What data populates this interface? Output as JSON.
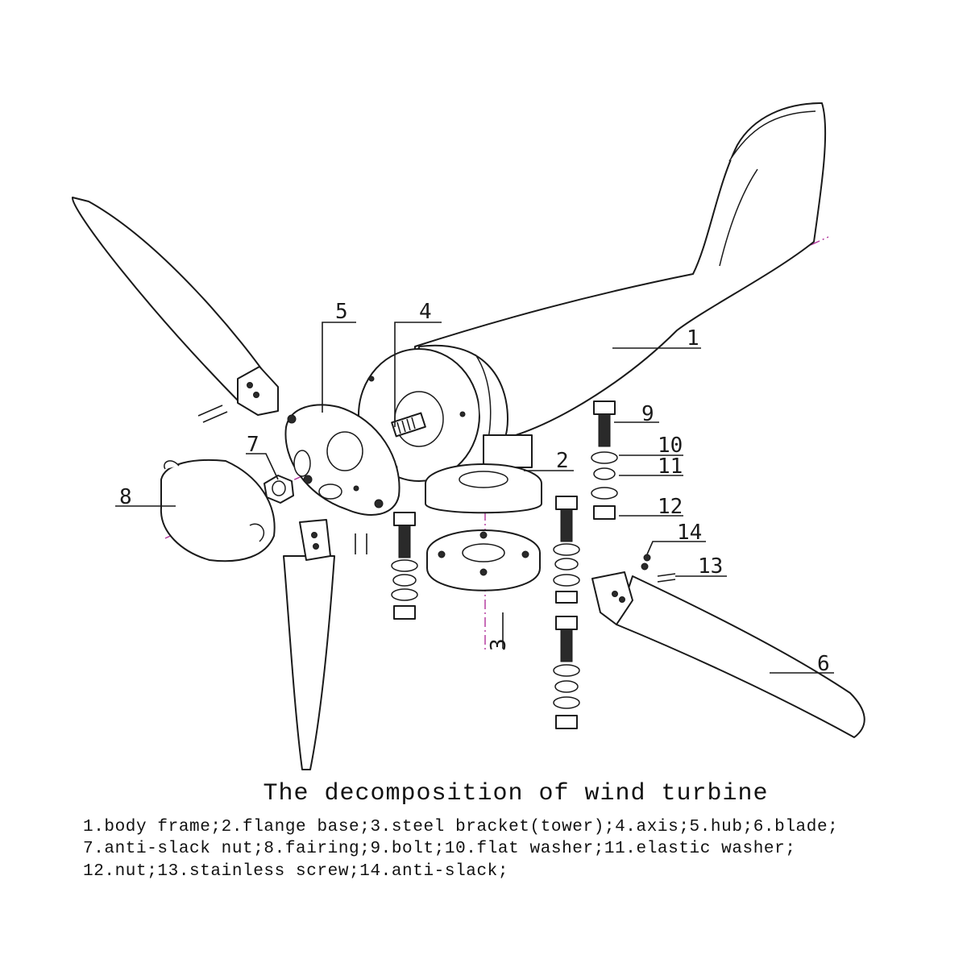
{
  "title": "The decomposition of wind turbine",
  "legend_lines": [
    "1.body frame;2.flange base;3.steel bracket(tower);4.axis;5.hub;6.blade;",
    "7.anti-slack nut;8.fairing;9.bolt;10.flat washer;11.elastic washer;",
    "12.nut;13.stainless screw;14.anti-slack;"
  ],
  "callouts": {
    "c1": "1",
    "c2": "2",
    "c3": "3",
    "c4": "4",
    "c5": "5",
    "c6": "6",
    "c7": "7",
    "c8": "8",
    "c9": "9",
    "c10": "10",
    "c11": "11",
    "c12": "12",
    "c13": "13",
    "c14": "14"
  },
  "colors": {
    "line": "#1a1a1a",
    "axis": "#b0309a",
    "background": "#ffffff"
  }
}
